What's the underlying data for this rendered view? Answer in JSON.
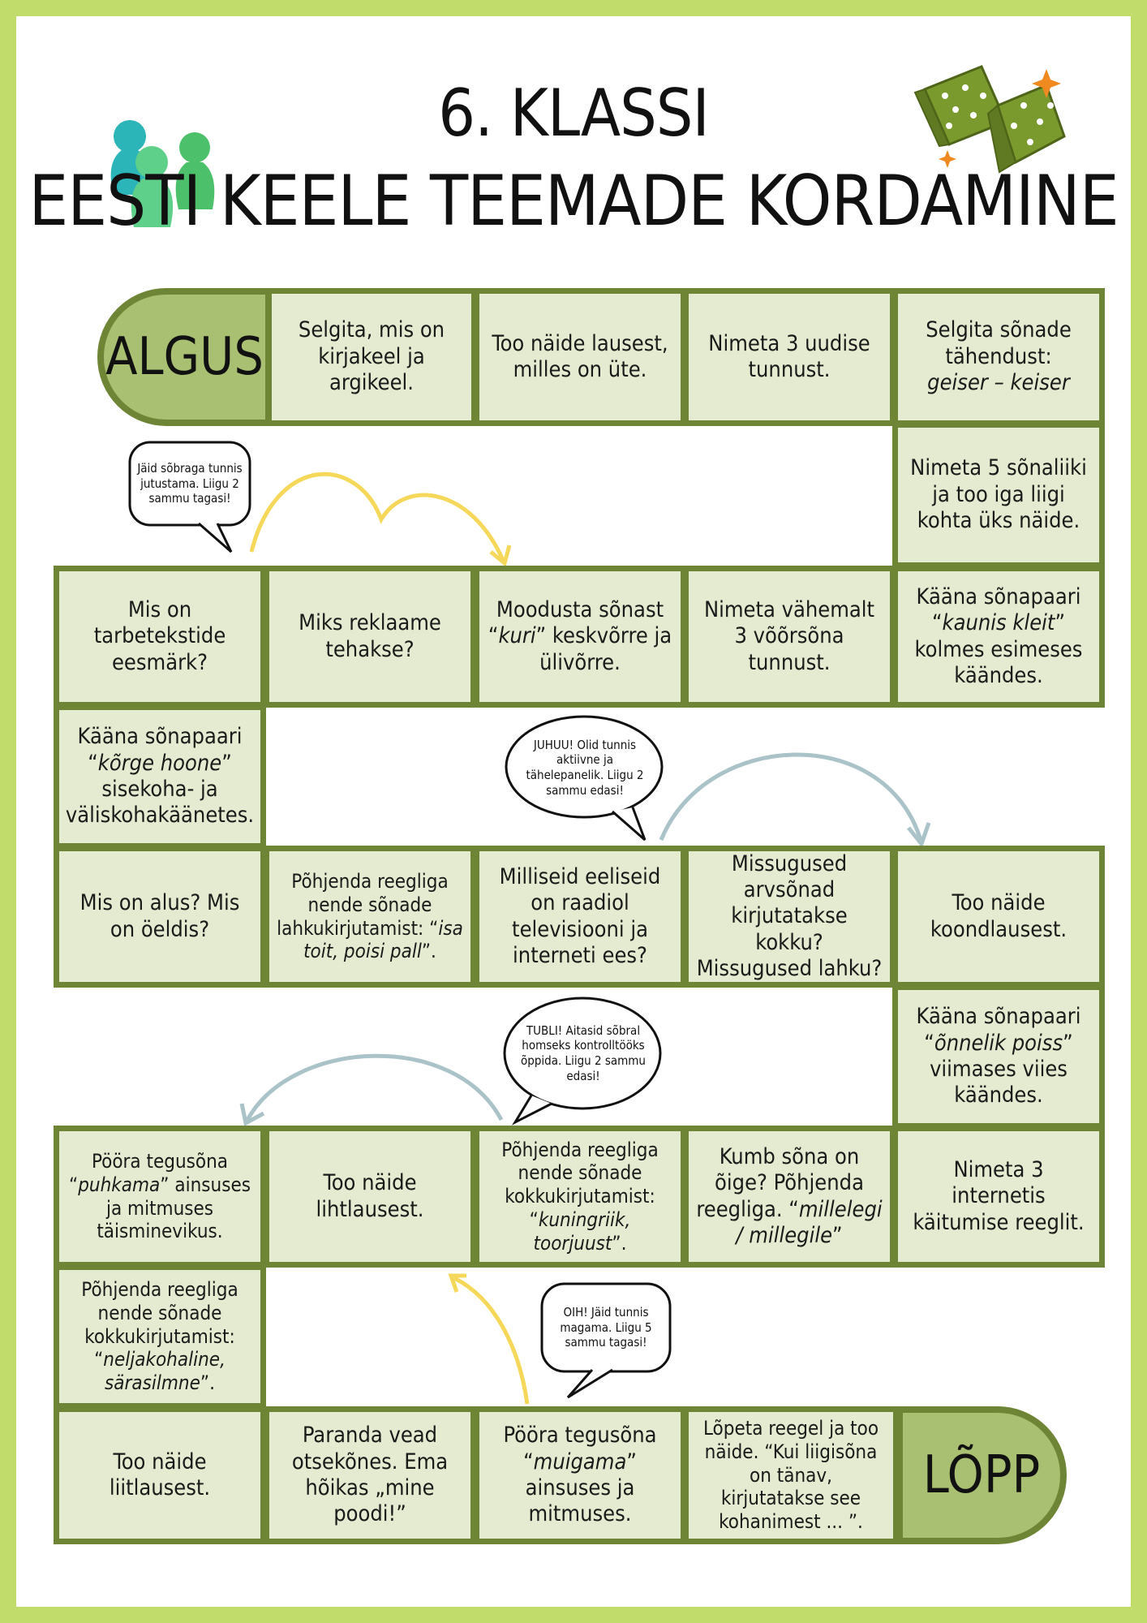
{
  "title_line1": "6. KLASSI",
  "title_line2": "EESTI KEELE TEEMADE KORDAMINE",
  "start_label": "ALGUS",
  "end_label": "LÕPP",
  "cells": {
    "c1": "Selgita, mis on kirjakeel ja argikeel.",
    "c2": "Too näide lausest, milles on üte.",
    "c3": "Nimeta 3 uudise tunnust.",
    "c4a": "Selgita sõnade tähendust:",
    "c4b": "geiser – keiser",
    "c5": "Nimeta 5 sõnaliiki ja too iga liigi kohta üks näide.",
    "c6a": "Käänа sõnapaari “",
    "c6b": "kaunis kleit",
    "c6c": "” kolmes esimeses käändes.",
    "c7": "Nimeta vähemalt 3 võõrsõna tunnust.",
    "c8a": "Moodusta sõnast “",
    "c8b": "kuri",
    "c8c": "” keskvõrre ja ülivõrre.",
    "c9": "Miks reklaame tehakse?",
    "c10": "Mis on tarbetekstide eesmärk?",
    "c11a": "Kääna sõnapaari “",
    "c11b": "kõrge hoone",
    "c11c": "” sisekoha- ja väliskohakäänetes.",
    "c12": "Mis on alus? Mis on öeldis?",
    "c13a": "Põhjenda reegliga nende sõnade lahkukirjutamist: “",
    "c13b": "isa toit, poisi pall",
    "c13c": "”.",
    "c14": "Milliseid eeliseid on raadiol televisiooni ja interneti ees?",
    "c15": "Missugused arvsõnad kirjutatakse kokku? Missugused lahku?",
    "c16": "Too näide koondlausest.",
    "c17a": "Kääna sõnapaari “",
    "c17b": "õnnelik poiss",
    "c17c": "” viimases viies käändes.",
    "c18": "Nimeta 3 internetis käitumise reeglit.",
    "c19a": "Kumb sõna on õige? Põhjenda reegliga. “",
    "c19b": "millelegi / millegile",
    "c19c": "”",
    "c20a": "Põhjenda reegliga nende sõnade kokkukirjutamist: “",
    "c20b": "kuningriik, toorjuust",
    "c20c": "”.",
    "c21": "Too näide lihtlausest.",
    "c22a": "Pööra tegusõna “",
    "c22b": "puhkama",
    "c22c": "” ainsuses ja mitmuses täisminevikus.",
    "c23a": "Põhjenda reegliga nende sõnade kokkukirjutamist: “",
    "c23b": "neljakohaline, särasilmne",
    "c23c": "”.",
    "c24": "Too näide liitlausest.",
    "c25": "Paranda vead otsekõnes. Ema hõikas „mine poodi!”",
    "c26a": "Pööra tegusõna “",
    "c26b": "muigama",
    "c26c": "” ainsuses ja mitmuses.",
    "c27": "Lõpeta reegel ja too näide. “Kui liigisõna on tänav, kirjutatakse see kohanimest ... ”."
  },
  "bubbles": {
    "b1": "Jäid sõbraga tunnis jutustama. Liigu 2 sammu tagasi!",
    "b2": "JUHUU! Olid tunnis aktiivne ja tähelepanelik. Liigu 2 sammu edasi!",
    "b3": "TUBLI! Aitasid sõbral homseks kontrolltööks õppida. Liigu 2 sammu edasi!",
    "b4": "OIH! Jäid tunnis magama. Liigu 5 sammu tagasi!"
  },
  "colors": {
    "frame": "#c2dc6c",
    "cell_border": "#6f8536",
    "cell_fill": "#e4ebd0",
    "start_end_fill": "#a9bf72",
    "arrow_yellow": "#f5d85a",
    "arrow_blue": "#a9c3c8",
    "dice": "#7a9a2e",
    "pawns": [
      "#2bb5b8",
      "#5fd08a",
      "#4cc06a"
    ]
  },
  "icons": [
    "dice-icon",
    "game-pawns-icon",
    "sparkle-icon"
  ]
}
